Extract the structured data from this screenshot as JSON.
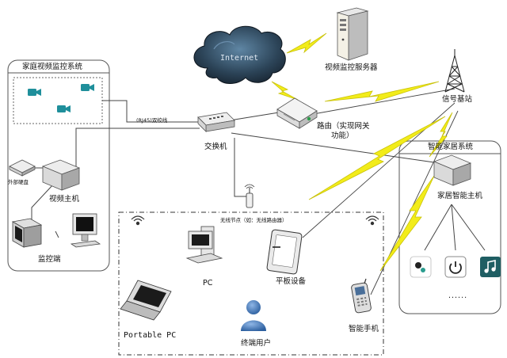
{
  "labels": {
    "internet": "Internet",
    "video_server": "视频监控服务器",
    "home_video_system": "家庭视频监控系统",
    "cable": "(RJ45)双绞线",
    "switch": "交换机",
    "router": "路由（实现网关",
    "router_line2": "功能）",
    "base_station": "信号基站",
    "smart_home_system": "智能家居系统",
    "home_host": "家居智能主机",
    "external_hdd": "外部硬盘",
    "video_host": "视频主机",
    "monitor_end": "监控端",
    "wireless_node": "无线节点（如：无线路由器）",
    "pc": "PC",
    "tablet": "平板设备",
    "portable_pc": "Portable PC",
    "end_user": "终端用户",
    "smartphone": "智能手机",
    "dots": "......"
  },
  "colors": {
    "lightning": "#f2ec1a",
    "lightning_stroke": "#c9c20a",
    "cloud_dark": "#1d2e3c",
    "cloud_mid": "#3a5a72",
    "camera": "#1f8f9b",
    "user": "#3a78c2",
    "line": "#444444"
  },
  "icons": {
    "cloud": "cloud-icon",
    "server": "server-icon",
    "router": "router-icon",
    "switch": "switch-icon",
    "tower": "antenna-tower-icon",
    "camera": "video-camera-icon",
    "hdd": "hard-disk-icon",
    "host": "host-box-icon",
    "monitor": "crt-monitor-icon",
    "desktop": "desktop-pc-icon",
    "laptop": "laptop-icon",
    "tablet": "tablet-icon",
    "phone": "smartphone-icon",
    "user": "user-icon",
    "access_point": "wireless-ap-icon",
    "signal": "wifi-signal-icon",
    "sensor": "sensor-icon",
    "power": "power-icon",
    "music": "music-icon"
  }
}
